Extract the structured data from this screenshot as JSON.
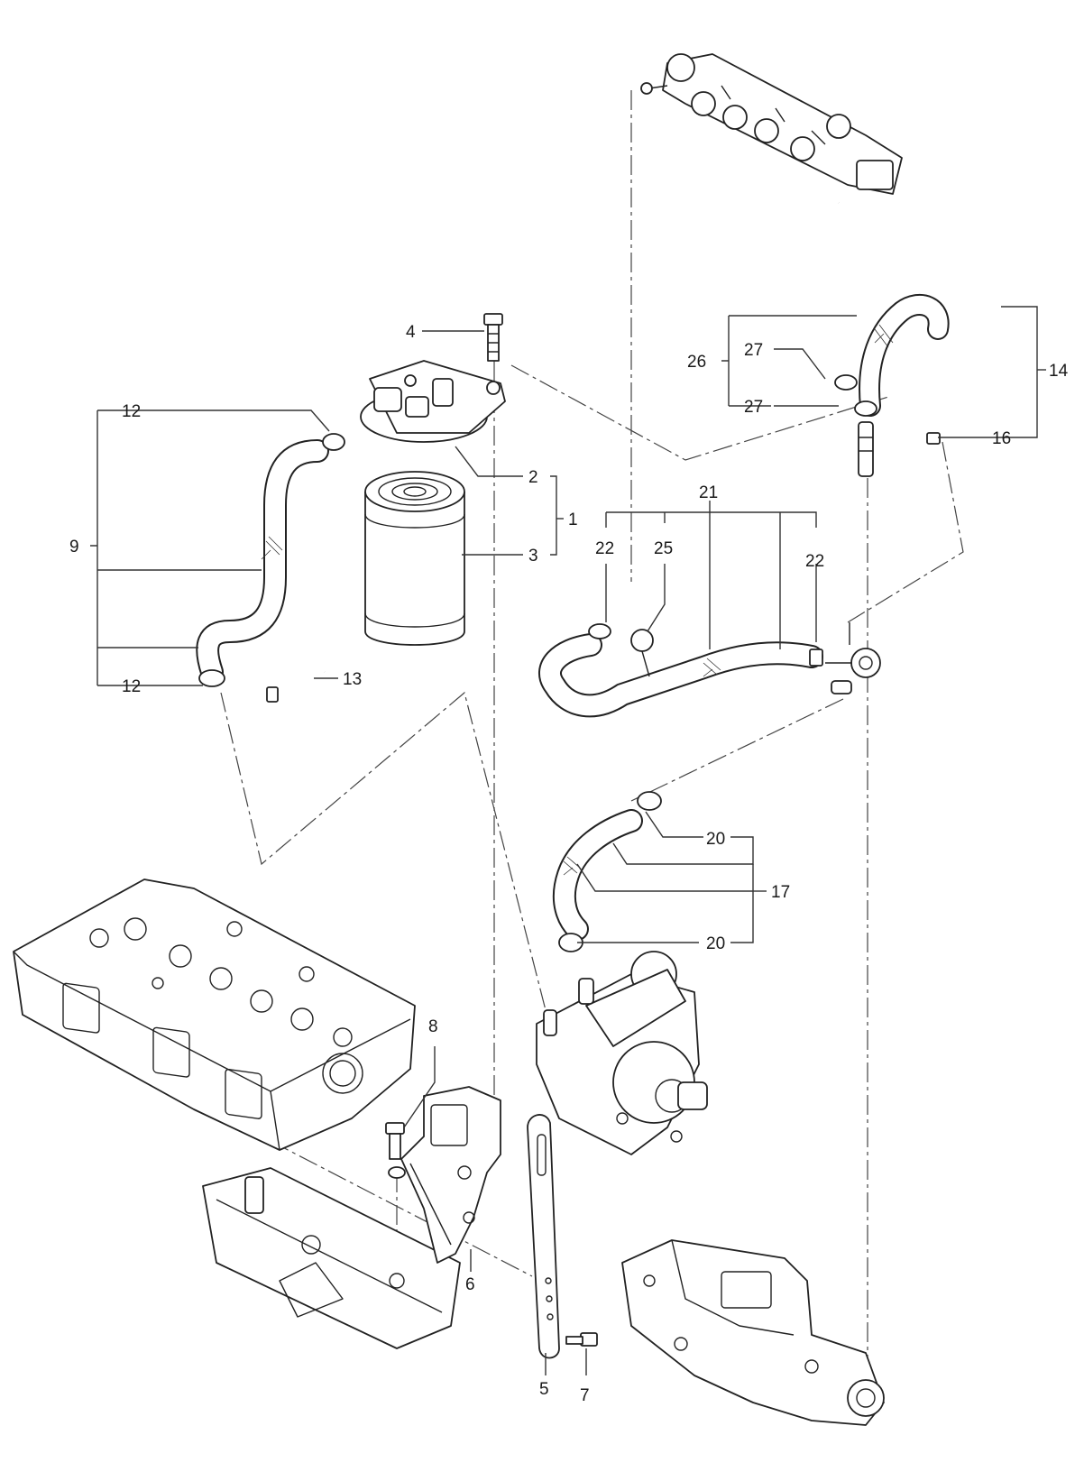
{
  "callouts": {
    "c1": "1",
    "c2": "2",
    "c3": "3",
    "c4": "4",
    "c5": "5",
    "c6": "6",
    "c7": "7",
    "c8": "8",
    "c9": "9",
    "c12a": "12",
    "c12b": "12",
    "c13": "13",
    "c14": "14",
    "c16": "16",
    "c17": "17",
    "c20a": "20",
    "c20b": "20",
    "c21": "21",
    "c22a": "22",
    "c22b": "22",
    "c25": "25",
    "c26": "26",
    "c27a": "27",
    "c27b": "27"
  }
}
